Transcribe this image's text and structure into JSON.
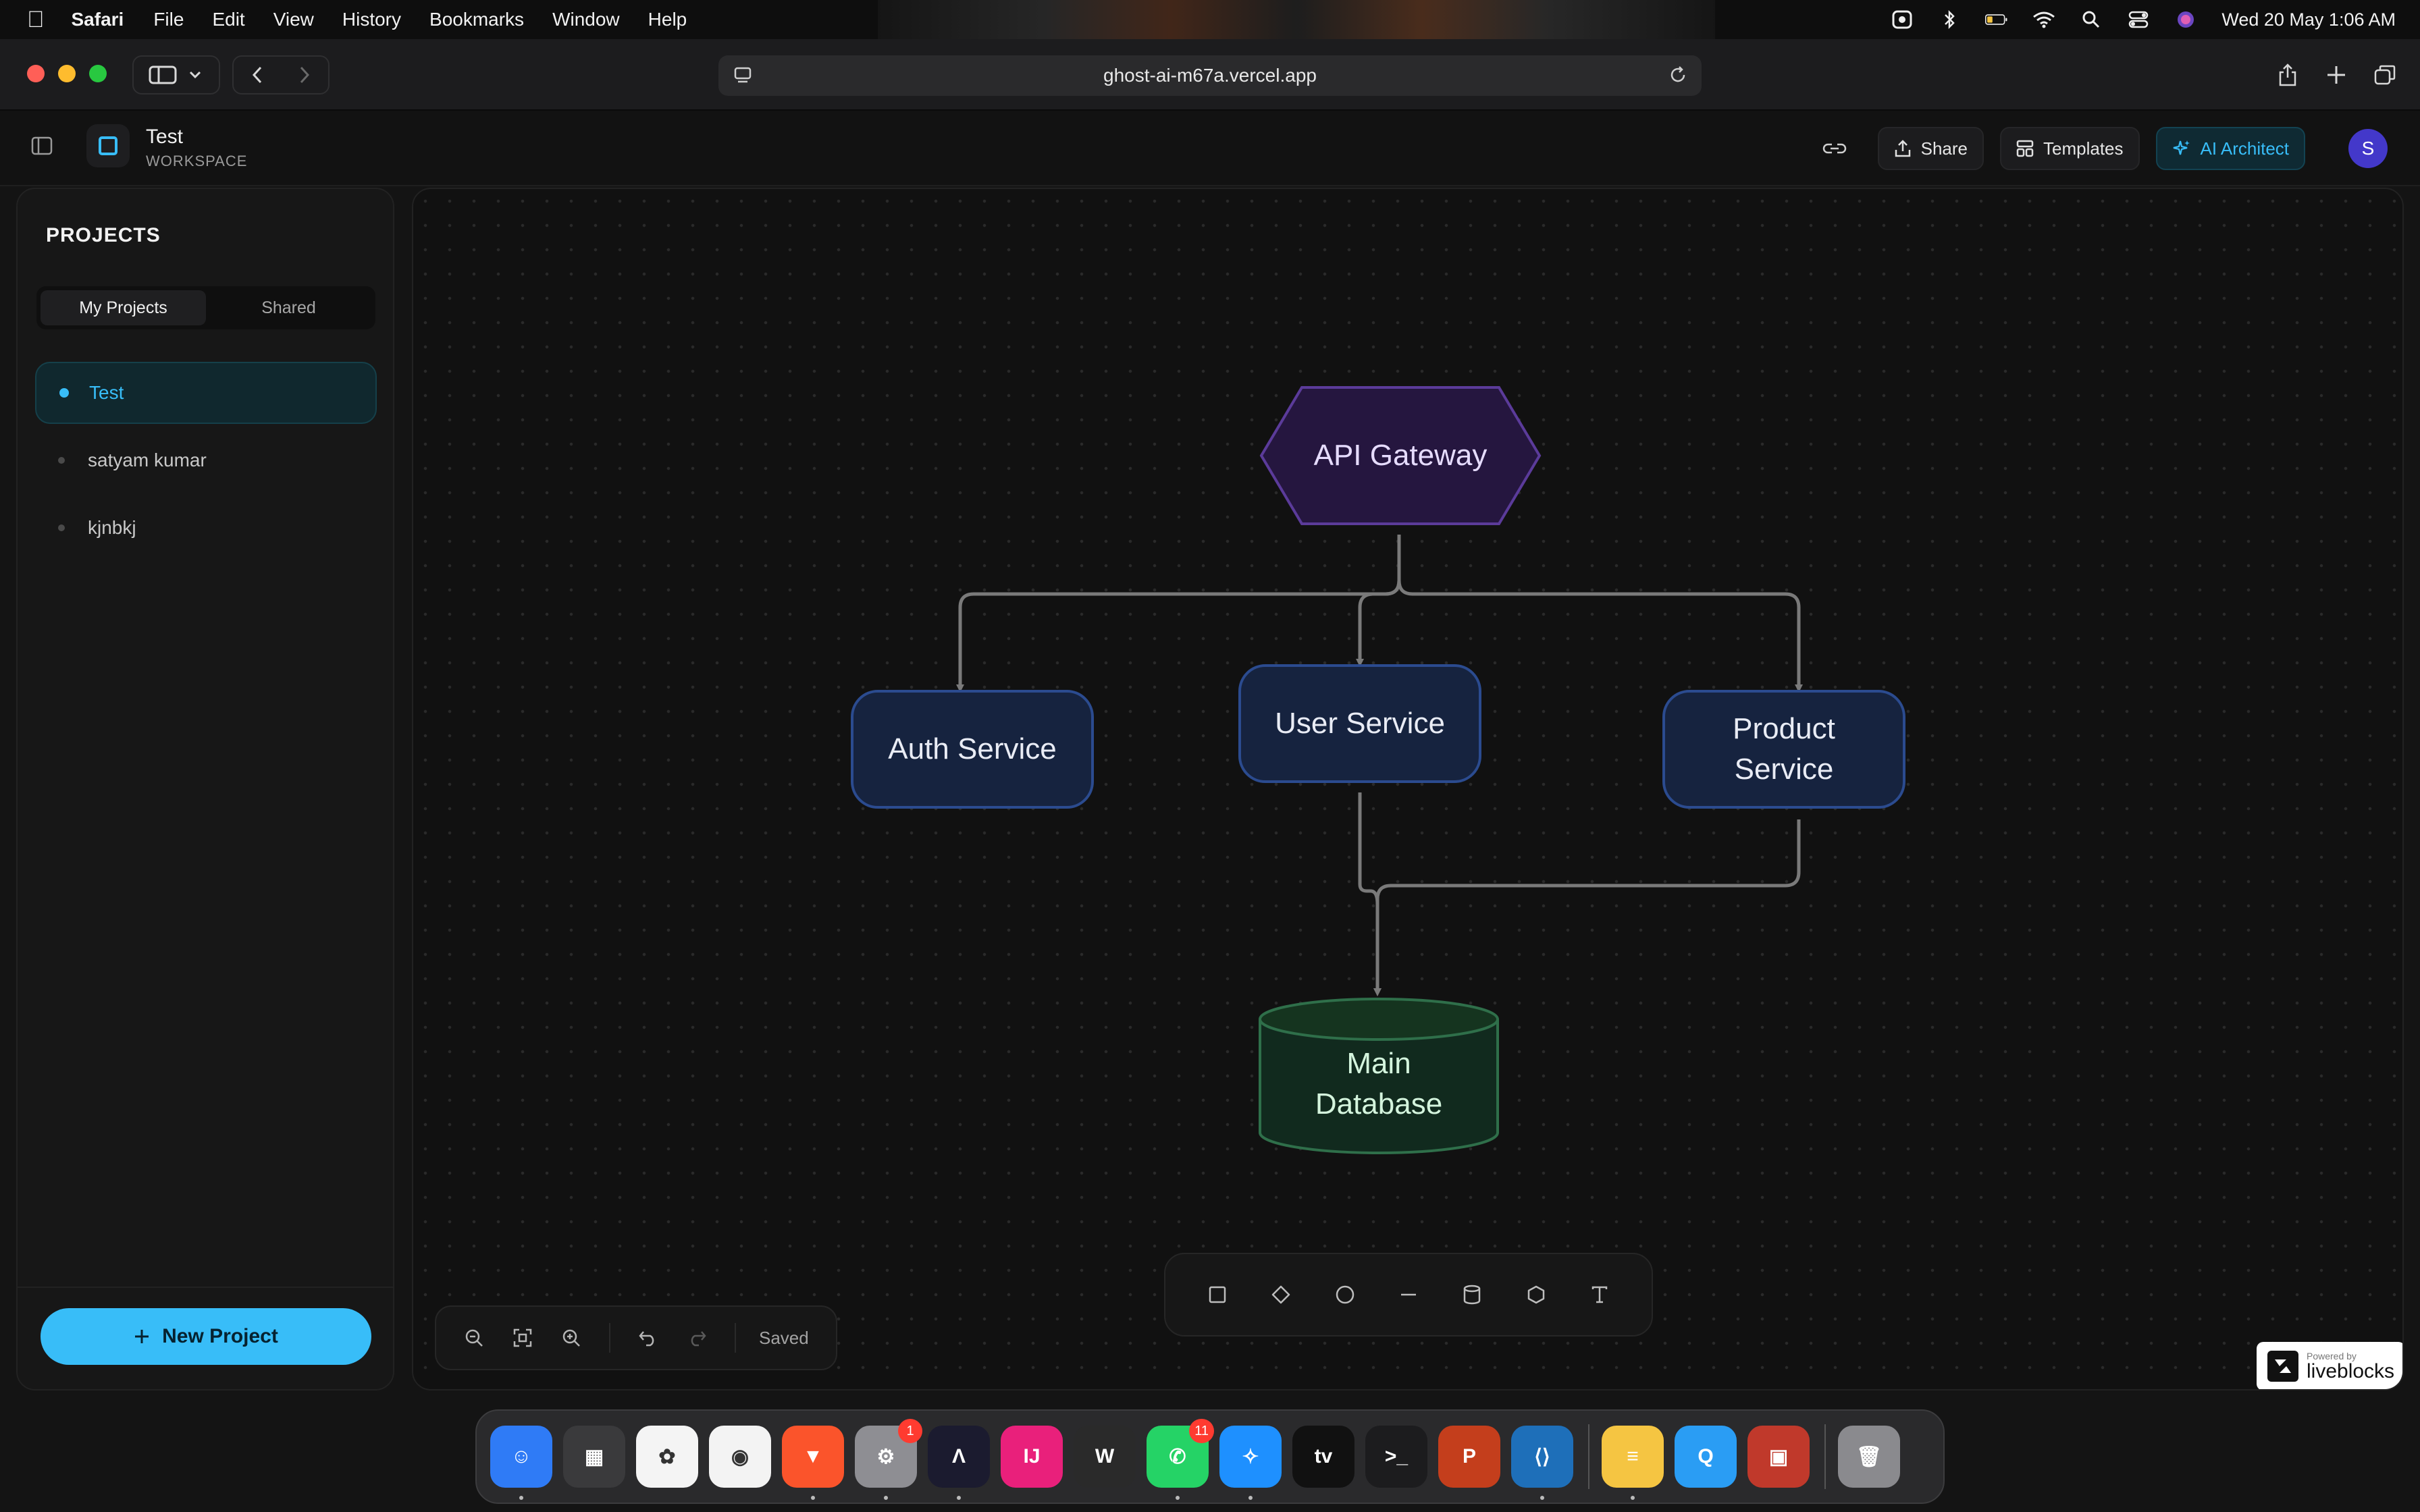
{
  "menubar": {
    "app_name": "Safari",
    "menus": [
      "File",
      "Edit",
      "View",
      "History",
      "Bookmarks",
      "Window",
      "Help"
    ],
    "status_icons": [
      "screen-mirror-icon",
      "bluetooth-icon",
      "battery-icon",
      "wifi-icon",
      "search-icon",
      "control-center-icon",
      "siri-icon"
    ],
    "clock": "Wed 20 May  1:06 AM"
  },
  "browser": {
    "url": "ghost-ai-m67a.vercel.app"
  },
  "header": {
    "workspace_name": "Test",
    "workspace_label": "WORKSPACE",
    "share_label": "Share",
    "templates_label": "Templates",
    "ai_label": "AI Architect",
    "avatar_initial": "S",
    "accent": "#38bdf8"
  },
  "sidebar": {
    "title": "PROJECTS",
    "tabs": [
      {
        "label": "My Projects",
        "active": true
      },
      {
        "label": "Shared",
        "active": false
      }
    ],
    "projects": [
      {
        "label": "Test",
        "active": true
      },
      {
        "label": "satyam kumar",
        "active": false
      },
      {
        "label": "kjnbkj",
        "active": false
      }
    ],
    "new_project_label": "New Project"
  },
  "diagram": {
    "nodes": {
      "gateway": "API Gateway",
      "auth": "Auth Service",
      "user": "User Service",
      "product": "Product Service",
      "database": "Main Database"
    },
    "edges": [
      {
        "from": "gateway",
        "to": "auth"
      },
      {
        "from": "gateway",
        "to": "user"
      },
      {
        "from": "gateway",
        "to": "product"
      },
      {
        "from": "user",
        "to": "database"
      },
      {
        "from": "product",
        "to": "database"
      }
    ]
  },
  "canvas_controls": {
    "saved_label": "Saved"
  },
  "shape_tools": [
    "rectangle-tool-icon",
    "diamond-tool-icon",
    "circle-tool-icon",
    "line-tool-icon",
    "cylinder-tool-icon",
    "hexagon-tool-icon",
    "text-tool-icon"
  ],
  "badge": {
    "powered_by": "Powered by",
    "brand": "liveblocks"
  },
  "dock": {
    "apps": [
      {
        "name": "Finder",
        "color": "#2f7bf6",
        "glyph": "☺",
        "badge": "",
        "running": true
      },
      {
        "name": "Launchpad",
        "color": "#3a3a3c",
        "glyph": "▦",
        "badge": "",
        "running": false
      },
      {
        "name": "Photos",
        "color": "#f4f4f4",
        "glyph": "✿",
        "badge": "",
        "running": false
      },
      {
        "name": "Chrome",
        "color": "#f3f3f3",
        "glyph": "◉",
        "badge": "",
        "running": false
      },
      {
        "name": "Brave",
        "color": "#fb542b",
        "glyph": "▼",
        "badge": "",
        "running": true
      },
      {
        "name": "System Settings",
        "color": "#8e8e93",
        "glyph": "⚙",
        "badge": "1",
        "running": true
      },
      {
        "name": "Arc",
        "color": "#1b1b2f",
        "glyph": "Λ",
        "badge": "",
        "running": true
      },
      {
        "name": "IntelliJ",
        "color": "#e9207b",
        "glyph": "IJ",
        "badge": "",
        "running": false
      },
      {
        "name": "Warp",
        "color": "#2a2a2a",
        "glyph": "W",
        "badge": "",
        "running": false
      },
      {
        "name": "WhatsApp",
        "color": "#25d366",
        "glyph": "✆",
        "badge": "11",
        "running": true
      },
      {
        "name": "Safari",
        "color": "#1e90ff",
        "glyph": "✧",
        "badge": "",
        "running": true
      },
      {
        "name": "TV",
        "color": "#111111",
        "glyph": "tv",
        "badge": "",
        "running": false
      },
      {
        "name": "Terminal",
        "color": "#1c1c1e",
        "glyph": ">_",
        "badge": "",
        "running": false
      },
      {
        "name": "PowerPoint",
        "color": "#c43e1c",
        "glyph": "P",
        "badge": "",
        "running": false
      },
      {
        "name": "VS Code",
        "color": "#1e6fb9",
        "glyph": "⟨⟩",
        "badge": "",
        "running": true
      }
    ],
    "utilities": [
      {
        "name": "Notes",
        "color": "#f5c542",
        "glyph": "≡",
        "badge": "",
        "running": true
      },
      {
        "name": "QuickTime",
        "color": "#2a9df4",
        "glyph": "Q",
        "badge": "",
        "running": false
      },
      {
        "name": "Photo Booth",
        "color": "#c0392b",
        "glyph": "▣",
        "badge": "",
        "running": false
      }
    ],
    "trash": {
      "name": "Trash",
      "color": "#8a8a8e",
      "glyph": "🗑"
    }
  }
}
